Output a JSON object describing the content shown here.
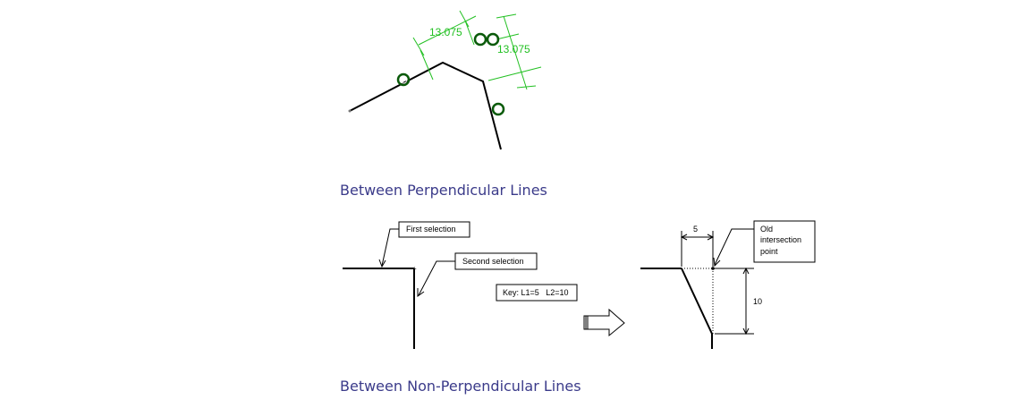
{
  "top_diagram": {
    "dim_left": "13.075",
    "dim_right": "13.075",
    "dim_color": "#22c022",
    "marker_color": "#0a5a0a"
  },
  "captions": {
    "perpendicular": "Between Perpendicular Lines",
    "non_perpendicular": "Between Non-Perpendicular Lines",
    "caption_color": "#3b3b8a"
  },
  "bottom_diagram": {
    "first_selection": "First selection",
    "second_selection": "Second selection",
    "key": "Key: L1=5   L2=10",
    "dim_top": "5",
    "dim_right": "10",
    "old_point_line1": "Old",
    "old_point_line2": "intersection",
    "old_point_line3": "point",
    "arrow": "right-hollow-arrow"
  }
}
